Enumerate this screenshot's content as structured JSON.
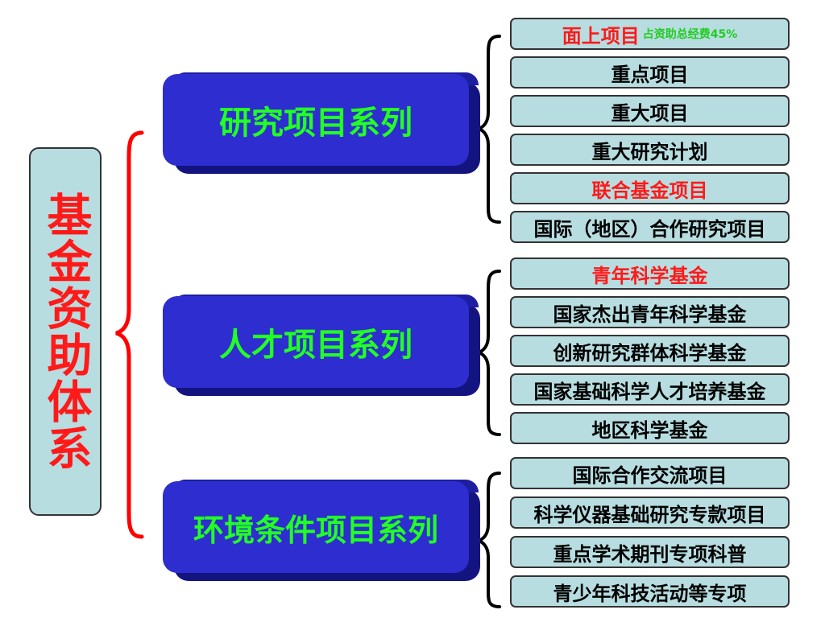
{
  "root": {
    "label": "基金资助体系"
  },
  "categories": [
    {
      "label": "研究项目系列"
    },
    {
      "label": "人才项目系列"
    },
    {
      "label": "环境条件项目系列"
    }
  ],
  "leaves": [
    {
      "label": "面上项目",
      "note": "占资助总经费45%"
    },
    {
      "label": "重点项目"
    },
    {
      "label": "重大项目"
    },
    {
      "label": "重大研究计划"
    },
    {
      "label": "联合基金项目"
    },
    {
      "label": "国际（地区）合作研究项目"
    },
    {
      "label": "青年科学基金"
    },
    {
      "label": "国家杰出青年科学基金"
    },
    {
      "label": "创新研究群体科学基金"
    },
    {
      "label": "国家基础科学人才培养基金"
    },
    {
      "label": "地区科学基金"
    },
    {
      "label": "国际合作交流项目"
    },
    {
      "label": "科学仪器基础研究专款项目"
    },
    {
      "label": "重点学术期刊专项科普"
    },
    {
      "label": "青少年科技活动等专项"
    }
  ],
  "colors": {
    "box_fill": "#b7dde0",
    "category_fill": "#2d2dd0",
    "category_text": "#22ff22",
    "highlight_text": "#ff1a1a",
    "note_text": "#22cc22",
    "brace_red": "#ff0000",
    "brace_black": "#000000"
  }
}
